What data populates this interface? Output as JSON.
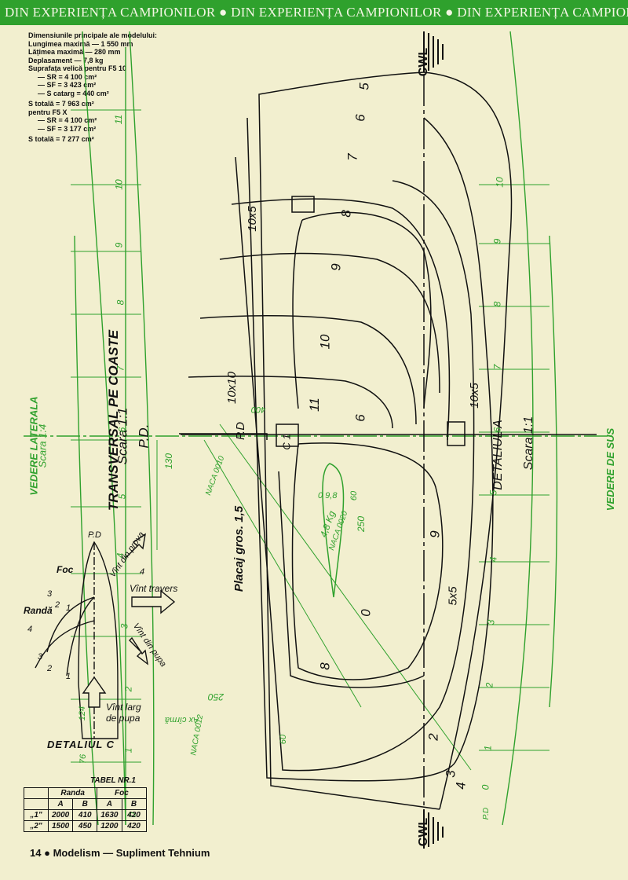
{
  "banner": {
    "text": "DIN EXPERIENȚA CAMPIONILOR ● DIN EXPERIENȚA CAMPIONILOR ● DIN EXPERIENȚA CAMPIONILOR ●"
  },
  "specs": {
    "title": "Dimensiunile principale ale modelului:",
    "lungimea": "Lungimea maximă — 1 550 mm",
    "latimea": "Lățimea maximă — 280 mm",
    "deplasament": "Deplasament — 7,8 kg",
    "suprafata": "Suprafața velică pentru F5 10",
    "f510_sr": "— SR = 4 100 cm²",
    "f510_sf": "— SF = 3 423 cm²",
    "f510_scatarg": "— S catarg = 440 cm²",
    "f510_total": "S totală = 7 963 cm²",
    "f5x_title": "pentru F5 X",
    "f5x_sr": "— SR = 4 100 cm²",
    "f5x_sf": "— SF = 3 177 cm²",
    "f5x_total": "S totală = 7 277 cm²"
  },
  "drawing": {
    "cwl_top": "CWL",
    "cwl_bottom": "CWL",
    "transversal": "TRANSVERSAL PE COASTE",
    "scara_11_a": "Scara 1:1",
    "pd_a": "P.D.",
    "pd_b": "P.D",
    "detaliul_a": "DETALIUL A",
    "scara_11_b": "Scara 1:1",
    "vedere_laterala": "VEDERE LATERALA",
    "scara_14": "Scara 1:4",
    "vedere_de_sus": "VEDERE DE SUS",
    "placaj": "Placaj gros. 1,5",
    "kg": "4,8 Kg",
    "naca_0020": "NACA 0020",
    "naca_0010": "NACA 0010",
    "naca_0012": "NACA 0012",
    "ax_carma": "Ax cîrmă",
    "dim_10x10": "10x10",
    "dim_10x5_top": "10x5",
    "dim_10x5_right": "10x5",
    "dim_5x5": "5x5",
    "dim_130": "130",
    "dim_250": "250",
    "dim_250b": "250",
    "dim_60": "60",
    "dim_60b": "60",
    "dim_124": "124",
    "dim_76": "76",
    "dim_400": "400",
    "dim_098": "0 9,8",
    "c1": "C 1",
    "pd_c": "P.D",
    "sections": [
      "5",
      "6",
      "7",
      "8",
      "9",
      "10",
      "11",
      "6",
      "9",
      "8",
      "0",
      "2",
      "3",
      "4"
    ],
    "stations": [
      "11",
      "10",
      "9",
      "8",
      "7",
      "6",
      "5",
      "4",
      "3",
      "2",
      "1",
      "0"
    ],
    "stations_right": [
      "10",
      "9",
      "8",
      "7",
      "6",
      "5",
      "4",
      "3",
      "2",
      "1",
      "0"
    ]
  },
  "detail_c": {
    "pd": "P.D",
    "foc": "Foc",
    "randa": "Randă",
    "vint_prova": "Vînt din prova",
    "vint_travers": "Vînt travers",
    "vint_pupa": "Vînt din pupa",
    "vint_larg": "Vînt larg de pupa",
    "title": "DETALIUL C",
    "nums": [
      "1",
      "2",
      "3",
      "4",
      "1",
      "2",
      "3",
      "4"
    ]
  },
  "table": {
    "title": "TABEL NR.1",
    "group_headers": [
      "Randa",
      "Foc"
    ],
    "sub_headers": [
      "A",
      "B",
      "A",
      "B"
    ],
    "rows": [
      {
        "label": "„1\"",
        "values": [
          "2000",
          "410",
          "1630",
          "420"
        ]
      },
      {
        "label": "„2\"",
        "values": [
          "1500",
          "450",
          "1200",
          "420"
        ]
      }
    ]
  },
  "footer": {
    "page": "14",
    "text": "Modelism — Supliment Tehnium"
  },
  "colors": {
    "green": "#2fa12d",
    "paper": "#f2efcf",
    "ink": "#111111"
  }
}
